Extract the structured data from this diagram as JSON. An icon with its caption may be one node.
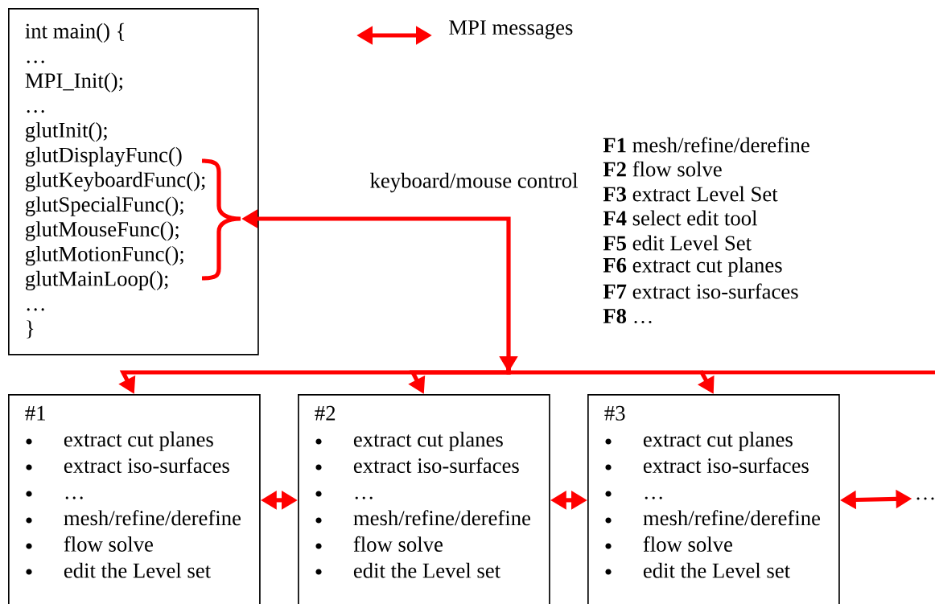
{
  "diagram": {
    "nodes": [
      {
        "text": [
          "int main() {",
          "…",
          "MPI_Init();",
          "…",
          "glutInit();",
          "glutDisplayFunc()",
          "glutKeyboardFunc();",
          "glutSpecialFunc();",
          "glutMouseFunc();",
          "glutMotionFunc();",
          "glutMainLoop();",
          "…",
          "}"
        ]
      },
      {
        "text": [
          "#1",
          "extract cut planes",
          "extract iso-surfaces",
          "…",
          "mesh/refine/derefine",
          "flow solve",
          "edit the Level set"
        ]
      },
      {
        "text": [
          "#2",
          "extract cut planes",
          "extract iso-surfaces",
          "…",
          "mesh/refine/derefine",
          "flow solve",
          "edit the Level set"
        ]
      },
      {
        "text": [
          "#3",
          "extract cut planes",
          "extract iso-surfaces",
          "…",
          "mesh/refine/derefine",
          "flow solve",
          "edit the Level set"
        ]
      },
      {
        "text": [
          "…"
        ]
      }
    ],
    "edges": [
      {
        "from": 0,
        "to": 1,
        "arrow": "both",
        "label": "keyboard/mouse control"
      },
      {
        "from": 0,
        "to": 2,
        "arrow": "both"
      },
      {
        "from": 0,
        "to": 3,
        "arrow": "both"
      },
      {
        "from": 1,
        "to": 2,
        "arrow": "both"
      },
      {
        "from": 2,
        "to": 3,
        "arrow": "both"
      },
      {
        "from": 3,
        "to": 4,
        "arrow": "both"
      }
    ],
    "labels": [
      "**F1** mesh/refine/derefine",
      "**F2** flow solve",
      "**F3** extract Level Set",
      "**F4** select edit tool",
      "**F5** edit Level Set",
      "**F6** extract cut planes",
      "**F7** extract iso-surfaces",
      "**F8** …"
    ],
    "legend": [
      {
        "text": "MPI messages"
      }
    ]
  }
}
